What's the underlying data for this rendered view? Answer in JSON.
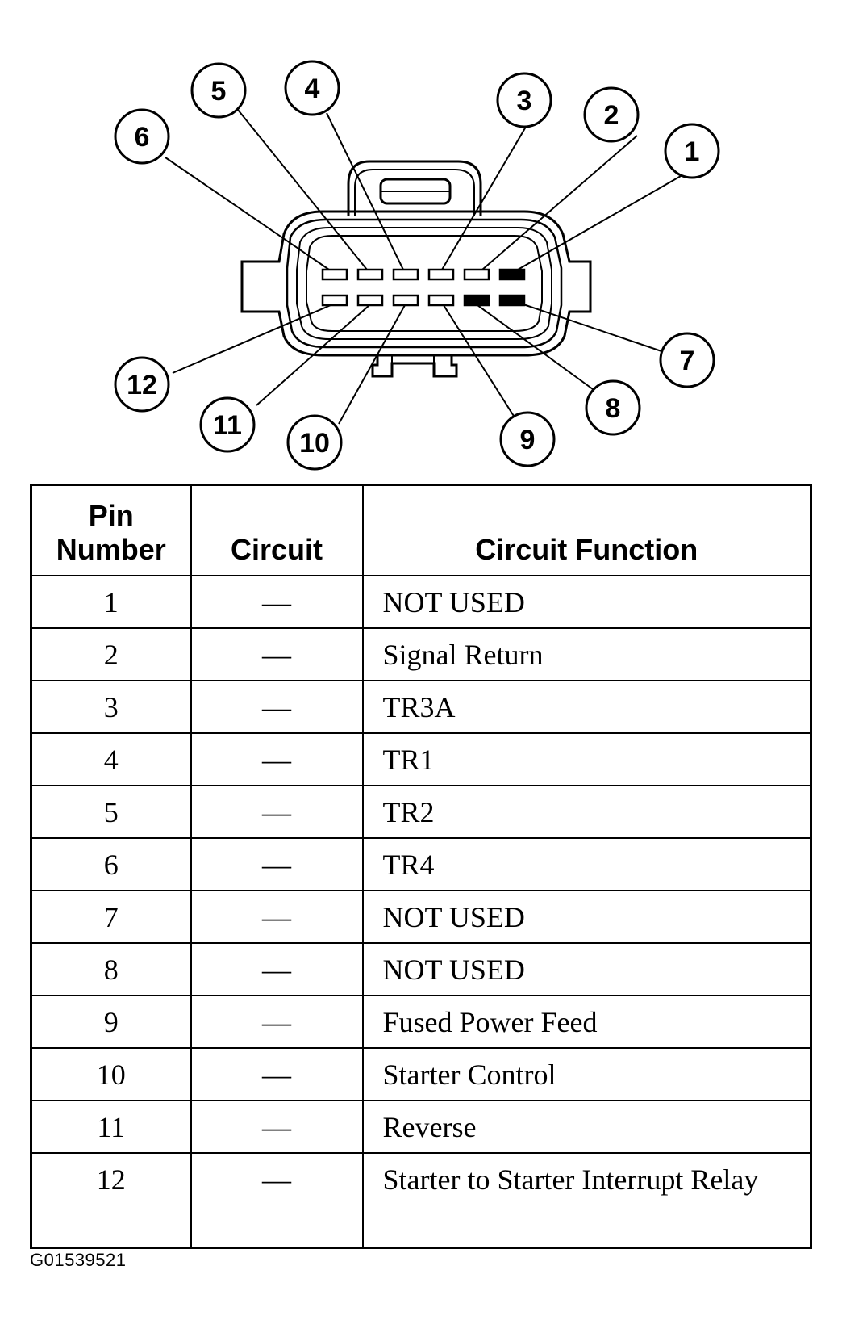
{
  "diagram": {
    "pin_callouts": [
      "1",
      "2",
      "3",
      "4",
      "5",
      "6",
      "7",
      "8",
      "9",
      "10",
      "11",
      "12"
    ]
  },
  "table": {
    "headers": {
      "pin_line1": "Pin",
      "pin_line2": "Number",
      "circuit": "Circuit",
      "function": "Circuit Function"
    },
    "rows": [
      {
        "pin": "1",
        "circuit": "—",
        "function": "NOT USED"
      },
      {
        "pin": "2",
        "circuit": "—",
        "function": "Signal Return"
      },
      {
        "pin": "3",
        "circuit": "—",
        "function": "TR3A"
      },
      {
        "pin": "4",
        "circuit": "—",
        "function": "TR1"
      },
      {
        "pin": "5",
        "circuit": "—",
        "function": "TR2"
      },
      {
        "pin": "6",
        "circuit": "—",
        "function": "TR4"
      },
      {
        "pin": "7",
        "circuit": "—",
        "function": "NOT USED"
      },
      {
        "pin": "8",
        "circuit": "—",
        "function": "NOT USED"
      },
      {
        "pin": "9",
        "circuit": "—",
        "function": "Fused Power Feed"
      },
      {
        "pin": "10",
        "circuit": "—",
        "function": "Starter Control"
      },
      {
        "pin": "11",
        "circuit": "—",
        "function": "Reverse"
      },
      {
        "pin": "12",
        "circuit": "—",
        "function": "Starter to Starter Interrupt Relay"
      }
    ]
  },
  "figure_id": "G01539521"
}
